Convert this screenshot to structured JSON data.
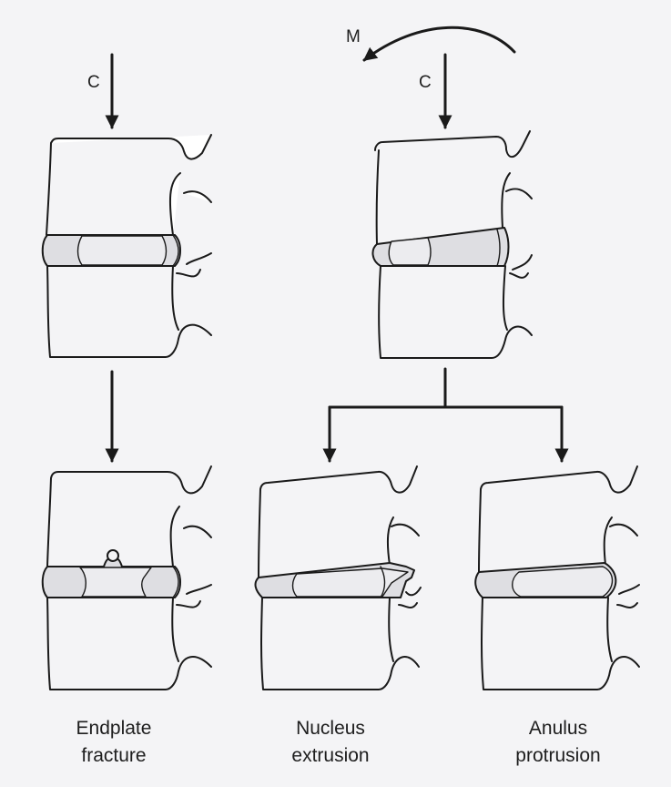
{
  "diagram": {
    "labels": {
      "compression": "C",
      "moment": "M"
    },
    "captions": {
      "endplate": [
        "Endplate",
        "fracture"
      ],
      "nucleus": [
        "Nucleus",
        "extrusion"
      ],
      "anulus": [
        "Anulus",
        "protrusion"
      ]
    },
    "colors": {
      "line": "#1a1a1a",
      "bone": "#ffffff",
      "disc": "#dedee2",
      "nucleus": "#ececef",
      "background": "#f4f4f6"
    }
  }
}
